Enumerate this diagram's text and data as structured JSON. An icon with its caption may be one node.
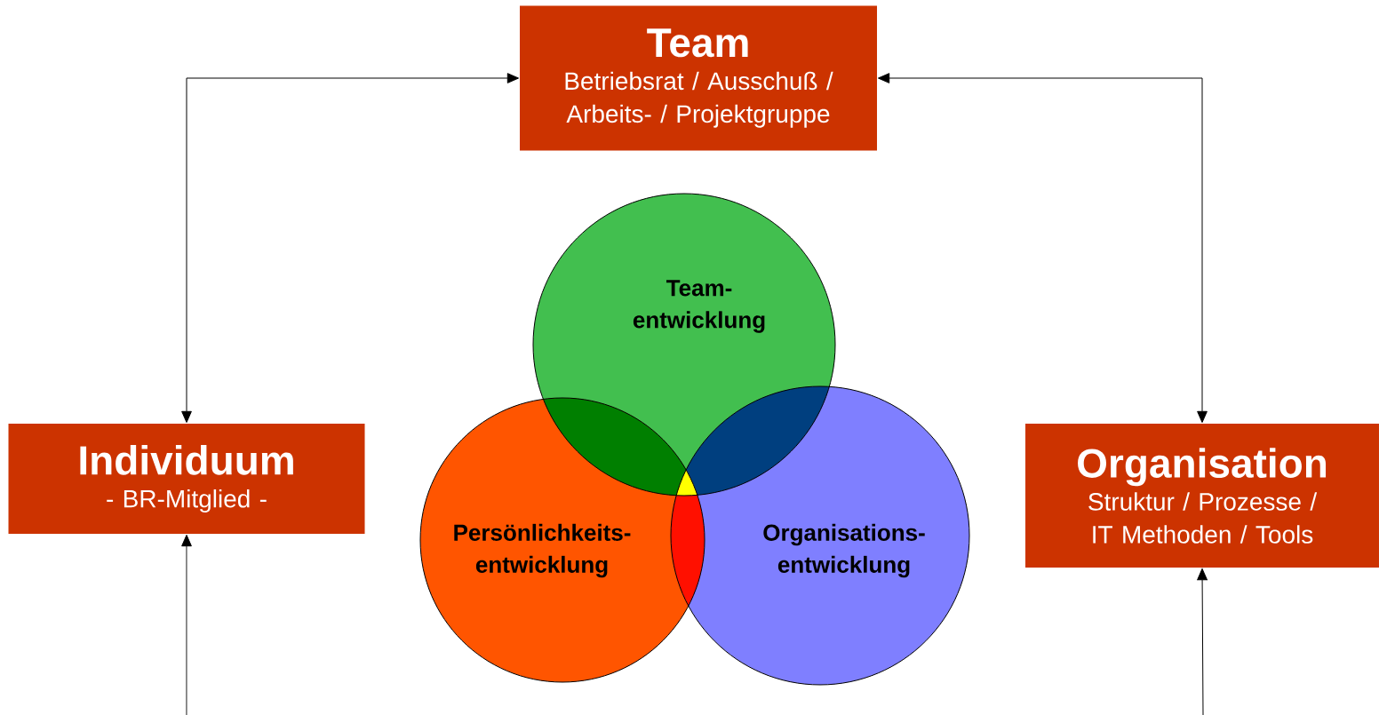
{
  "diagram": {
    "nodes": [
      {
        "text": [
          "Team",
          "Betriebsrat / Ausschuß / Arbeits- / Projektgruppe"
        ]
      },
      {
        "text": [
          "Individuum",
          "- BR-Mitglied -"
        ]
      },
      {
        "text": [
          "Organisation",
          "Struktur / Prozesse / IT Methoden / Tools"
        ]
      },
      {
        "text": [
          "Team- entwicklung"
        ]
      },
      {
        "text": [
          "Persönlichkeits- entwicklung"
        ]
      },
      {
        "text": [
          "Organisations- entwicklung"
        ]
      }
    ],
    "edges": [
      {
        "from": 0,
        "to": 1,
        "arrow": "both"
      },
      {
        "from": 0,
        "to": 2,
        "arrow": "both"
      },
      {
        "from": null,
        "to": 1,
        "arrow": "to"
      },
      {
        "from": null,
        "to": 2,
        "arrow": "to"
      }
    ]
  }
}
